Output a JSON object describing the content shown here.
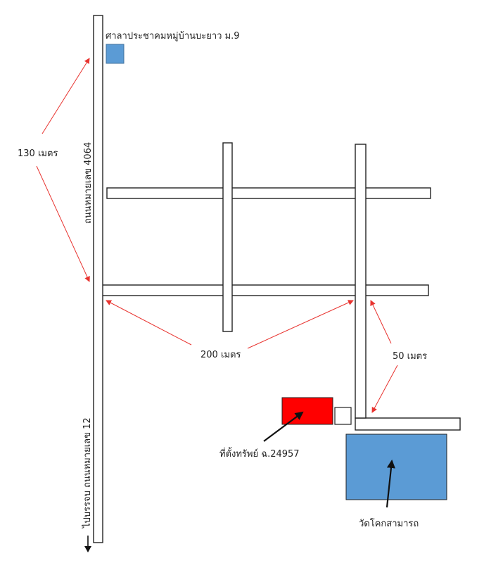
{
  "labels": {
    "community_hall": "ศาลาประชาคมหมู่บ้านบะยาว ม.9",
    "road_4064": "ถนนหมายเลข 4064",
    "road_12": "ไปบรรจบ ถนนหมายเลข 12",
    "dist_130": "130  เมตร",
    "dist_200": "200  เมตร",
    "dist_50": "50  เมตร",
    "property": "ที่ตั้งทรัพย์ ฉ.24957",
    "temple": "วัดโคกสามารถ"
  },
  "colors": {
    "community_hall": "#5b9bd5",
    "temple": "#5b9bd5",
    "property": "#ff0000",
    "distance_arrows": "#e8332f",
    "pointer_arrows": "#111111",
    "roads": "#222222"
  },
  "icons": {
    "bottom_direction": "down-arrow-icon"
  }
}
